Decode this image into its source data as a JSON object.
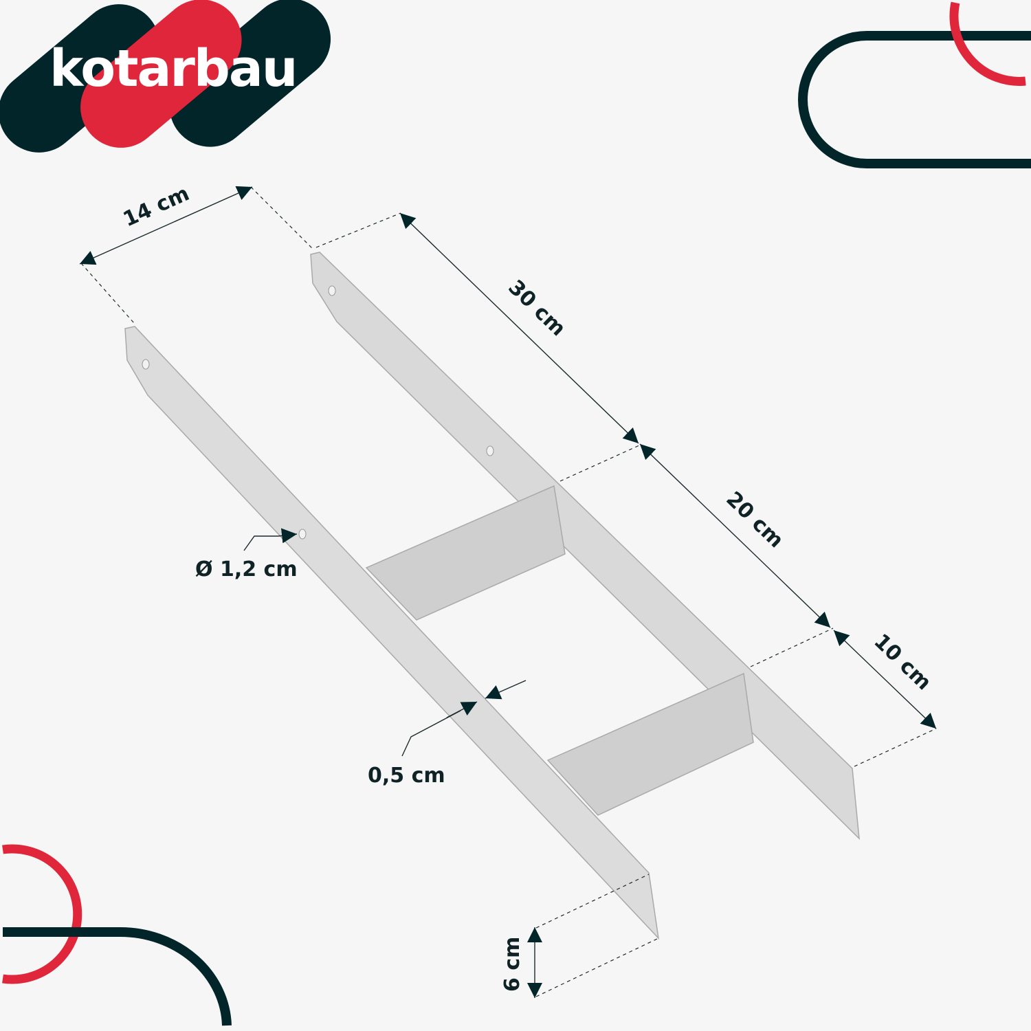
{
  "brand": {
    "name": "kotarbau",
    "dark": "#02252a",
    "red": "#e0263a"
  },
  "dimensions": {
    "width": "14 cm",
    "upper_length": "30 cm",
    "middle_length": "20 cm",
    "lower_length": "10 cm",
    "height": "6 cm",
    "hole_diameter": "Ø 1,2 cm",
    "thickness": "0,5 cm"
  }
}
